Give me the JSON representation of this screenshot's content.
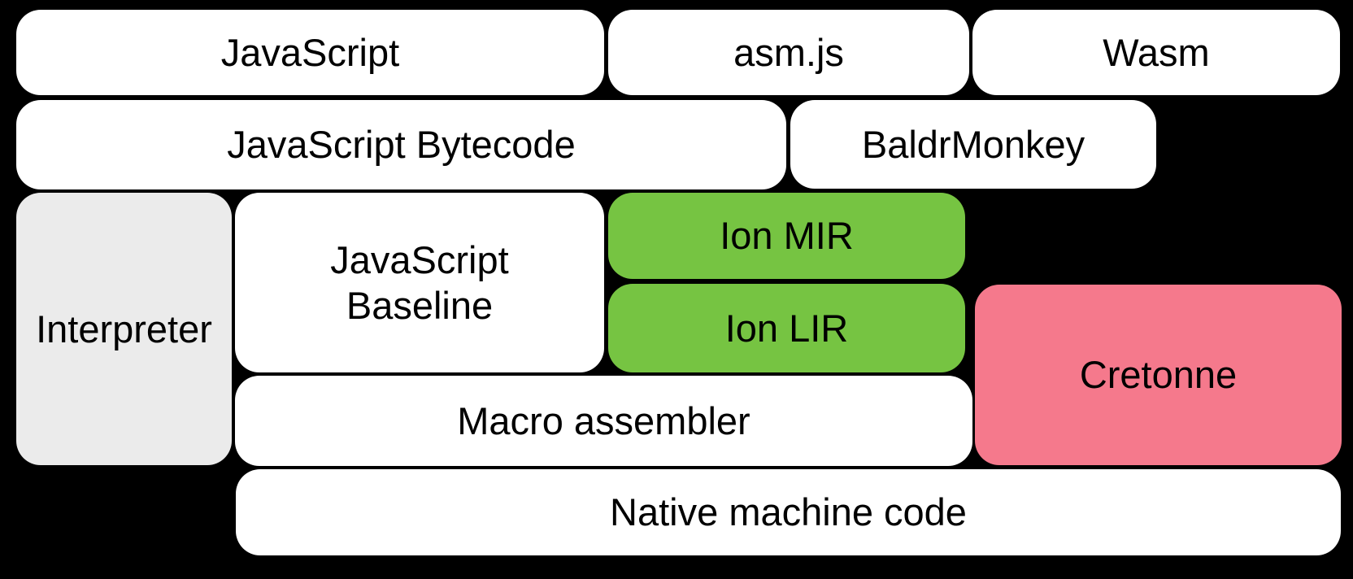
{
  "diagram": {
    "background": "#000000",
    "text_color": "#000000",
    "colors": {
      "default_box": "#ffffff",
      "interpreter_box": "#ebebeb",
      "ion_green": "#76c442",
      "cretonne_pink": "#f5798c"
    },
    "nodes": {
      "javascript": {
        "label": "JavaScript"
      },
      "asmjs": {
        "label": "asm.js"
      },
      "wasm": {
        "label": "Wasm"
      },
      "bytecode": {
        "label": "JavaScript Bytecode"
      },
      "baldrmonkey": {
        "label": "BaldrMonkey"
      },
      "interpreter": {
        "label": "Interpreter"
      },
      "baseline": {
        "label": "JavaScript\nBaseline"
      },
      "ion_mir": {
        "label": "Ion MIR"
      },
      "ion_lir": {
        "label": "Ion LIR"
      },
      "cretonne": {
        "label": "Cretonne"
      },
      "macro": {
        "label": "Macro assembler"
      },
      "native": {
        "label": "Native machine code"
      }
    }
  }
}
